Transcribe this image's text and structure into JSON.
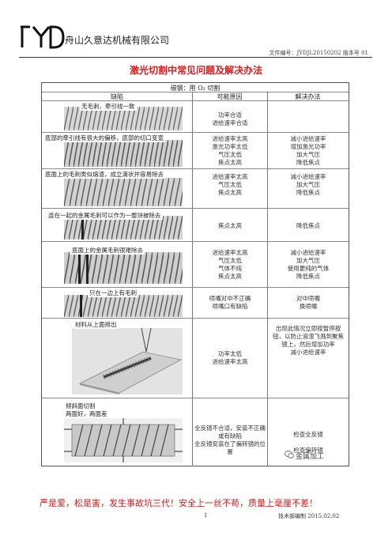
{
  "header": {
    "company": "舟山久意达机械有限公司",
    "doc_no": "文件编号：JYDJL20150202 版本号 01"
  },
  "title": "激光切割中常见问题及解决办法",
  "table": {
    "material": "碳钢：用 O₂ 切割",
    "columns": [
      "缺陷",
      "可能原因",
      "解决办法"
    ],
    "rows": [
      {
        "defect": "无毛刺，牵引线一致",
        "causes": "功率合适\n进给速率合适",
        "solutions": ""
      },
      {
        "defect": "底部的牵引线有很大的偏移，底部的切口变宽",
        "causes": "进给速率太高\n激光功率太低\n气压太低\n焦点太高",
        "solutions": "减小进给速率\n增加激光功率\n加大气压\n降低焦点"
      },
      {
        "defect": "底面上的毛刺类似熔渣，成立滴状并容易除去",
        "causes": "进给速率太高\n气压太低\n焦点太高",
        "solutions": "减小进给速率\n加大气压\n降低焦点"
      },
      {
        "defect": "连在一起的金属毛刺可以作为一整块被除去",
        "causes": "焦点太高",
        "solutions": "降低焦点"
      },
      {
        "defect": "底面上的金属毛刺很难除去",
        "causes": "进给速率太高\n气压太低\n气体不纯\n焦点太高",
        "solutions": "减小进给速率\n加大气压\n使用更纯的气体\n降低焦点"
      },
      {
        "defect": "只在一边上有毛刺",
        "causes": "喷嘴对中不正确\n喷嘴口有缺陷",
        "solutions": "对中喷嘴\n换喷嘴"
      },
      {
        "defect": "材料从上面排出",
        "causes": "功率太低\n进给速率太高",
        "solutions": "出现此情况立即按暂停按钮，以防止溶渣飞溅到聚焦镜上，然后增加功率\n减小进给速率"
      },
      {
        "defect": "倾斜面切割\n两面好，两面差",
        "causes": "全反镜不合适，安装不正确或有缺陷\n全反镜安装在了偏转镜的位置",
        "solutions": "检查全反镜\n\n检查偏转镜"
      }
    ]
  },
  "watermark": "金属加工",
  "footer": {
    "slogan": "严是爱，松是害，发生事故坑三代！安全上一丝不苟，质量上毫厘不差！",
    "page": "1",
    "edition": "技术部编制 2015.02.02"
  },
  "colors": {
    "title": "#e0191b",
    "slogan": "#e0191b"
  }
}
